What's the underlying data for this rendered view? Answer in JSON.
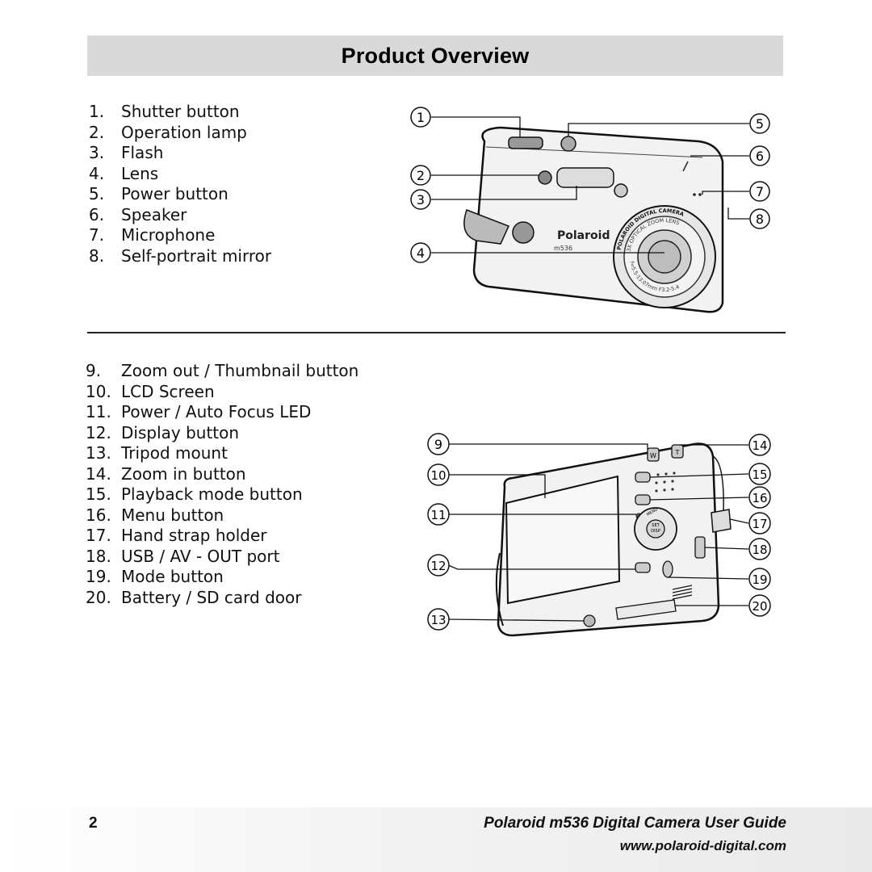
{
  "header": {
    "title": "Product Overview"
  },
  "front": {
    "items": [
      {
        "num": "1.",
        "label": "Shutter button"
      },
      {
        "num": "2.",
        "label": "Operation lamp"
      },
      {
        "num": "3.",
        "label": "Flash"
      },
      {
        "num": "4.",
        "label": "Lens"
      },
      {
        "num": "5.",
        "label": "Power button"
      },
      {
        "num": "6.",
        "label": "Speaker"
      },
      {
        "num": "7.",
        "label": "Microphone"
      },
      {
        "num": "8.",
        "label": "Self-portrait mirror"
      }
    ],
    "callouts": [
      "1",
      "2",
      "3",
      "4",
      "5",
      "6",
      "7",
      "8"
    ],
    "camera_text": {
      "brand": "Polaroid",
      "model": "m536",
      "ring_top": "POLAROID DIGITAL CAMERA",
      "ring_mid": "3X OPTICAL ZOOM LENS",
      "ring_bottom": "f=5.5-13.07mm F3.2-5.4"
    }
  },
  "back": {
    "items": [
      {
        "num": "9.",
        "label": "Zoom out / Thumbnail button"
      },
      {
        "num": "10.",
        "label": "LCD Screen"
      },
      {
        "num": "11.",
        "label": "Power / Auto Focus LED"
      },
      {
        "num": "12.",
        "label": "Display button"
      },
      {
        "num": "13.",
        "label": "Tripod mount"
      },
      {
        "num": "14.",
        "label": "Zoom in button"
      },
      {
        "num": "15.",
        "label": "Playback mode button"
      },
      {
        "num": "16.",
        "label": "Menu button"
      },
      {
        "num": "17.",
        "label": "Hand strap holder"
      },
      {
        "num": "18.",
        "label": "USB / AV - OUT port"
      },
      {
        "num": "19.",
        "label": "Mode button"
      },
      {
        "num": "20.",
        "label": "Battery / SD card door"
      }
    ],
    "callouts": [
      "9",
      "10",
      "11",
      "12",
      "13",
      "14",
      "15",
      "16",
      "17",
      "18",
      "19",
      "20"
    ],
    "camera_text": {
      "btn_w": "W",
      "btn_t": "T",
      "btn_menu": "MENU",
      "btn_set": "SET",
      "btn_disp": "DISP"
    }
  },
  "footer": {
    "page": "2",
    "title": "Polaroid m536 Digital Camera User Guide",
    "url": "www.polaroid-digital.com"
  },
  "colors": {
    "title_bar": "#d9d9d9",
    "ink": "#111111"
  }
}
